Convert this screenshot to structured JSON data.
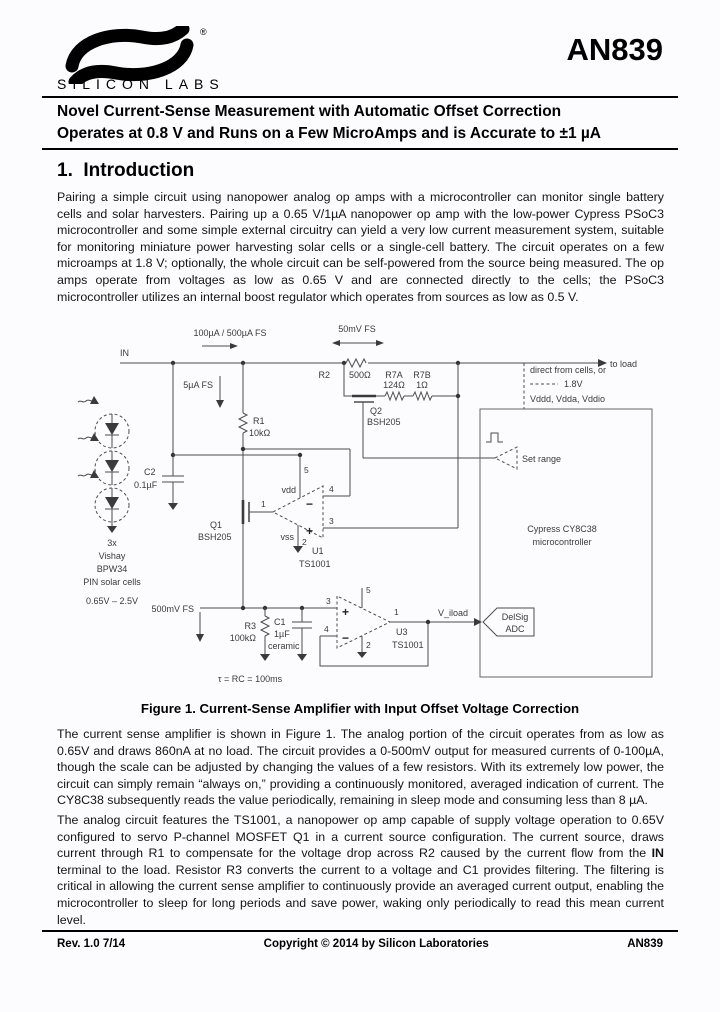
{
  "header": {
    "doc_number": "AN839",
    "logo_text": "SILICON LABS",
    "registered_mark": "®",
    "title_line1": "Novel Current-Sense Measurement with Automatic Offset Correction",
    "title_line2": "Operates at 0.8 V and Runs on a Few MicroAmps and is Accurate to ±1 µA"
  },
  "intro": {
    "heading": "1.  Introduction",
    "para1": "Pairing a simple circuit using nanopower analog op amps with a microcontroller can monitor single battery cells and solar harvesters. Pairing up a 0.65 V/1µA nanopower op amp with the low-power Cypress PSoC3 microcontroller and some simple external circuitry can yield a very low current measurement system, suitable for monitoring miniature power harvesting solar cells or a single-cell battery. The circuit operates on a few microamps at 1.8 V; optionally, the whole circuit can be self-powered from the source being measured. The op amps operate from voltages as low as 0.65 V and are connected directly to the cells; the PSoC3 microcontroller utilizes an internal boost regulator which operates from sources as low as 0.5 V."
  },
  "figure": {
    "caption": "Figure 1. Current-Sense Amplifier with Input Offset Voltage Correction"
  },
  "body": {
    "para2": "The current sense amplifier is shown in Figure 1. The analog portion of the circuit operates from as low as 0.65V and draws 860nA at no load. The circuit provides a 0-500mV output for measured currents of 0-100µA, though the scale can be adjusted by changing the values of a few resistors. With its extremely low power, the circuit can simply remain “always on,” providing a continuously monitored, averaged indication of current. The CY8C38 subsequently reads the value periodically, remaining in sleep mode and consuming less than 8 µA.",
    "para3_pre": "The analog circuit features the TS1001, a nanopower op amp capable of supply voltage operation to 0.65V configured to servo P-channel MOSFET Q1 in a current source configuration.  The current source, draws current through R1 to compensate for the voltage drop across R2 caused by the current flow from the ",
    "para3_bold": "IN",
    "para3_post": " terminal to the load. Resistor R3 converts the current to a voltage and C1 provides filtering. The filtering is critical in allowing the current sense amplifier to continuously provide an averaged current output, enabling the microcontroller to sleep for long periods and save power, waking only periodically to read this mean current level."
  },
  "fig": {
    "in": "IN",
    "to_load": "to load",
    "fs_main": "100µA / 500µA FS",
    "fs_50mv": "50mV FS",
    "fs_5ua": "5µA FS",
    "fs_500mv": "500mV FS",
    "r1_name": "R1",
    "r1_val": "10kΩ",
    "r2_name": "R2",
    "r2_val": "500Ω",
    "r3_name": "R3",
    "r3_val": "100kΩ",
    "r7a_name": "R7A",
    "r7a_val": "124Ω",
    "r7b_name": "R7B",
    "r7b_val": "1Ω",
    "c1_name": "C1",
    "c1_val": "1µF",
    "c1_note": "ceramic",
    "c2_name": "C2",
    "c2_val": "0.1µF",
    "q1_name": "Q1",
    "q1_part": "BSH205",
    "q2_name": "Q2",
    "q2_part": "BSH205",
    "u1_name": "U1",
    "u1_part": "TS1001",
    "u3_name": "U3",
    "u3_part": "TS1001",
    "vdd": "vdd",
    "vss": "vss",
    "pin1": "1",
    "pin2": "2",
    "pin3": "3",
    "pin4": "4",
    "pin5": "5",
    "plus": "+",
    "minus": "−",
    "tau": "τ = RC = 100ms",
    "solar_qty": "3x",
    "solar_brand": "Vishay",
    "solar_part": "BPW34",
    "solar_desc": "PIN solar cells",
    "solar_range": "0.65V – 2.5V",
    "supply1": "direct from cells, or",
    "supply2": "1.8V",
    "supply3": "Vddd, Vdda, Vddio",
    "set_range": "Set range",
    "mcu_line1": "Cypress CY8C38",
    "mcu_line2": "microcontroller",
    "adc_line1": "DelSig",
    "adc_line2": "ADC",
    "v_iload": "V_iload"
  },
  "footer": {
    "rev": "Rev. 1.0 7/14",
    "copyright": "Copyright © 2014 by Silicon Laboratories",
    "doc_number": "AN839"
  }
}
